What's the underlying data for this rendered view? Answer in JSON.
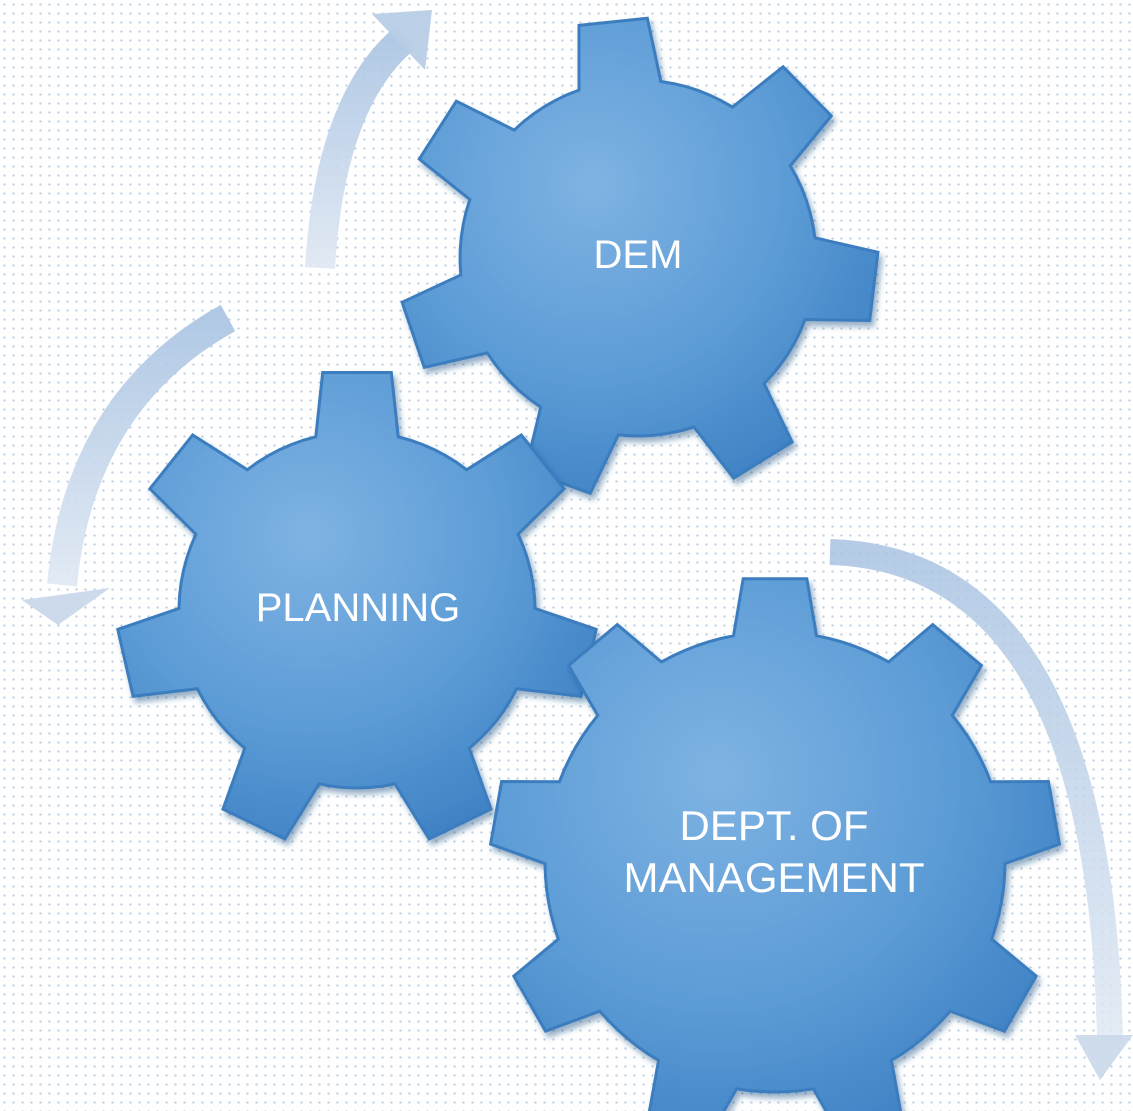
{
  "diagram": {
    "gears": [
      {
        "id": "dem",
        "label": "DEM",
        "lines": [
          "DEM"
        ]
      },
      {
        "id": "planning",
        "label": "PLANNING",
        "lines": [
          "PLANNING"
        ]
      },
      {
        "id": "management",
        "label": "DEPT. OF MANAGEMENT",
        "lines": [
          "DEPT. OF",
          "MANAGEMENT"
        ]
      }
    ],
    "colors": {
      "gear_fill": "#5b9bd5",
      "gear_highlight": "#8fbde6",
      "gear_shadow": "#2f6fae",
      "arrow": "#c6d6ea",
      "background_dots": "#b9cde0"
    }
  }
}
